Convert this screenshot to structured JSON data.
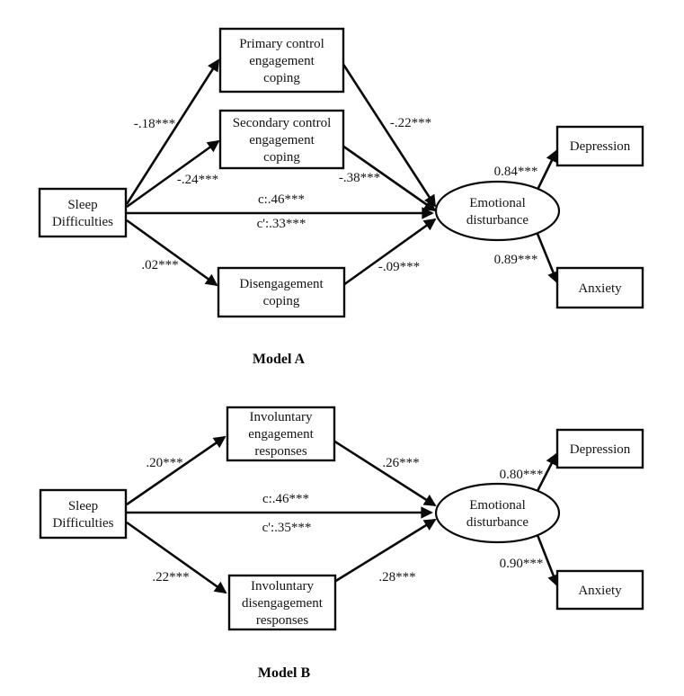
{
  "figure": {
    "background_color": "#ffffff",
    "line_color": "#0a0a0a",
    "text_color": "#141414"
  },
  "model_a": {
    "caption": "Model A",
    "nodes": {
      "sleep": {
        "line1": "Sleep",
        "line2": "Difficulties"
      },
      "primary": {
        "line1": "Primary control",
        "line2": "engagement",
        "line3": "coping"
      },
      "secondary": {
        "line1": "Secondary control",
        "line2": "engagement",
        "line3": "coping"
      },
      "disengagement": {
        "line1": "Disengagement",
        "line2": "coping"
      },
      "emotional": {
        "line1": "Emotional",
        "line2": "disturbance"
      },
      "depression": "Depression",
      "anxiety": "Anxiety"
    },
    "coefficients": {
      "sleep_to_primary": "-.18***",
      "sleep_to_secondary": "-.24***",
      "sleep_to_disengagement": ".02***",
      "direct_c": "c:.46***",
      "direct_c_prime": "c':.33***",
      "primary_to_emotional": "-.22***",
      "secondary_to_emotional": "-.38***",
      "disengagement_to_emotional": "-.09***",
      "emotional_to_depression": "0.84***",
      "emotional_to_anxiety": "0.89***"
    }
  },
  "model_b": {
    "caption": "Model B",
    "nodes": {
      "sleep": {
        "line1": "Sleep",
        "line2": "Difficulties"
      },
      "inv_engagement": {
        "line1": "Involuntary",
        "line2": "engagement",
        "line3": "responses"
      },
      "inv_disengagement": {
        "line1": "Involuntary",
        "line2": "disengagement",
        "line3": "responses"
      },
      "emotional": {
        "line1": "Emotional",
        "line2": "disturbance"
      },
      "depression": "Depression",
      "anxiety": "Anxiety"
    },
    "coefficients": {
      "sleep_to_engagement": ".20***",
      "sleep_to_disengagement": ".22***",
      "direct_c": "c:.46***",
      "direct_c_prime": "c':.35***",
      "engagement_to_emotional": ".26***",
      "disengagement_to_emotional": ".28***",
      "emotional_to_depression": "0.80***",
      "emotional_to_anxiety": "0.90***"
    }
  }
}
